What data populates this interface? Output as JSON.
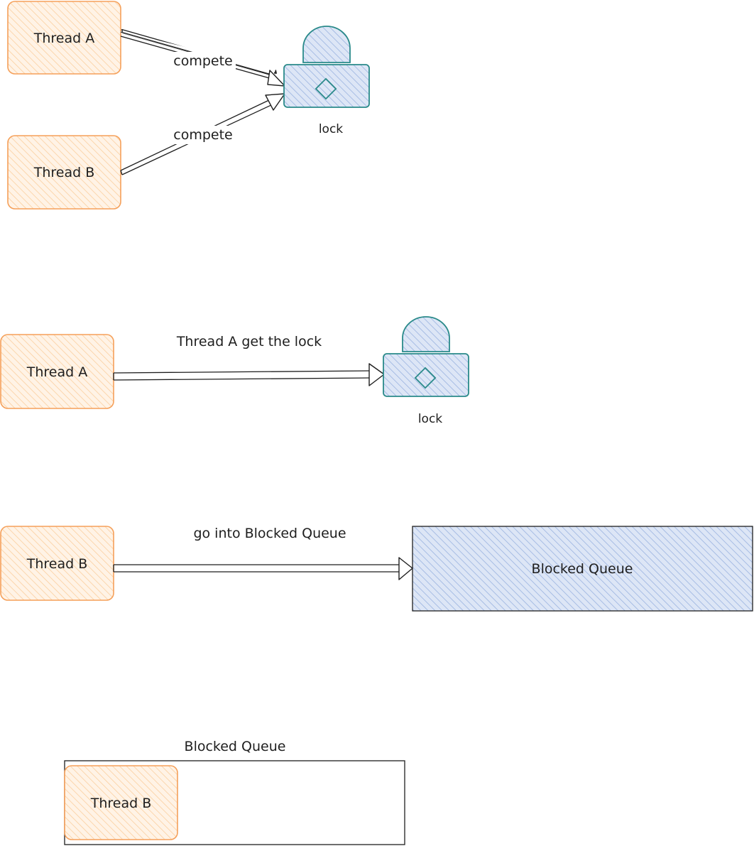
{
  "colors": {
    "thread_stroke": "#f5a05a",
    "thread_fill": "#fde5cc",
    "lock_stroke": "#2a8a8a",
    "lock_fill": "#c9d8f1",
    "queue_fill": "#c9d8f1",
    "ink": "#1e1e1e",
    "background": "#ffffff"
  },
  "scene1": {
    "thread_a": "Thread A",
    "thread_b": "Thread B",
    "arrow_a_label": "compete",
    "arrow_b_label": "compete",
    "lock_icon": "padlock-icon",
    "lock_label": "lock"
  },
  "scene2": {
    "thread_a": "Thread A",
    "arrow_label": "Thread A get the lock",
    "lock_icon": "padlock-icon",
    "lock_label": "lock"
  },
  "scene3": {
    "thread_b": "Thread B",
    "arrow_label": "go into Blocked Queue",
    "queue_label": "Blocked Queue"
  },
  "scene4": {
    "queue_title": "Blocked Queue",
    "thread_b": "Thread B"
  }
}
